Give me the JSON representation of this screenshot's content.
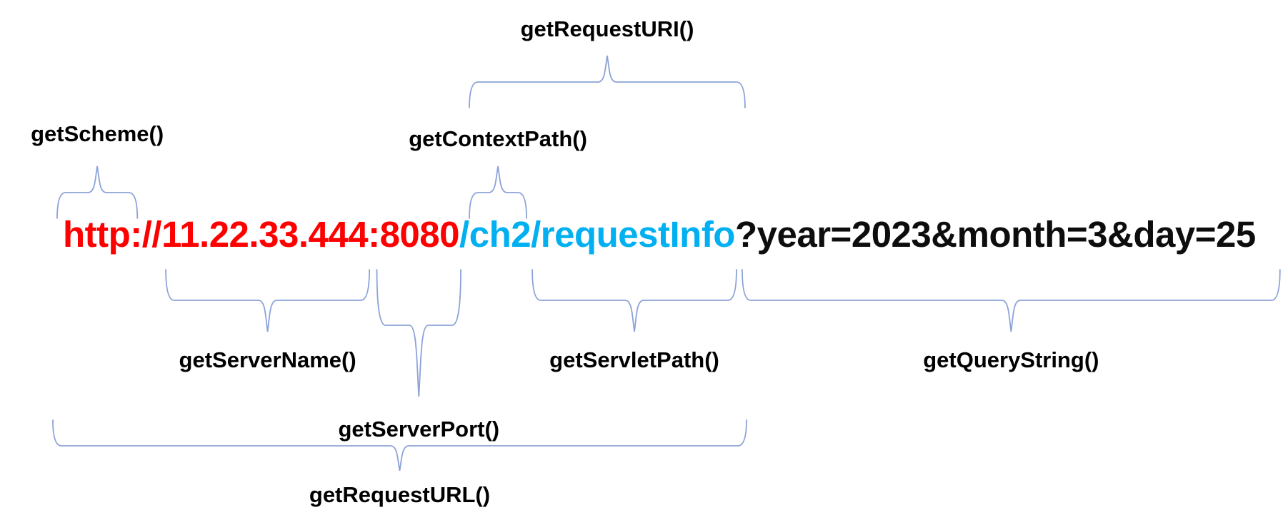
{
  "diagram": {
    "title_hint": "HttpServletRequest URL methods diagram"
  },
  "url": {
    "full": "http://11.22.33.444:8080/ch2/requestInfo?year=2023&month=3&day=25",
    "segments": [
      {
        "id": "scheme",
        "text": "http",
        "color": "#FF0000"
      },
      {
        "id": "scheme-sep",
        "text": "://",
        "color": "#FF0000"
      },
      {
        "id": "server-name",
        "text": "11.22.33.444",
        "color": "#FF0000"
      },
      {
        "id": "port-sep",
        "text": ":",
        "color": "#FF0000"
      },
      {
        "id": "server-port",
        "text": "8080",
        "color": "#FF0000"
      },
      {
        "id": "context-path",
        "text": "/ch2",
        "color": "#00B0F0"
      },
      {
        "id": "servlet-path",
        "text": "/requestInfo",
        "color": "#00B0F0"
      },
      {
        "id": "query-string",
        "text": "?year=2023&month=3&day=25",
        "color": "#0D0D0D"
      }
    ]
  },
  "labels": {
    "request_uri": "getRequestURI()",
    "scheme": "getScheme()",
    "context_path": "getContextPath()",
    "server_name": "getServerName()",
    "server_port": "getServerPort()",
    "servlet_path": "getServletPath()",
    "query_string": "getQueryString()",
    "request_url": "getRequestURL()"
  },
  "colors": {
    "brace": "#8CA3D8",
    "label_text": "#000000",
    "url_base": "#FF0000",
    "url_path": "#00B0F0",
    "url_query": "#0D0D0D"
  }
}
